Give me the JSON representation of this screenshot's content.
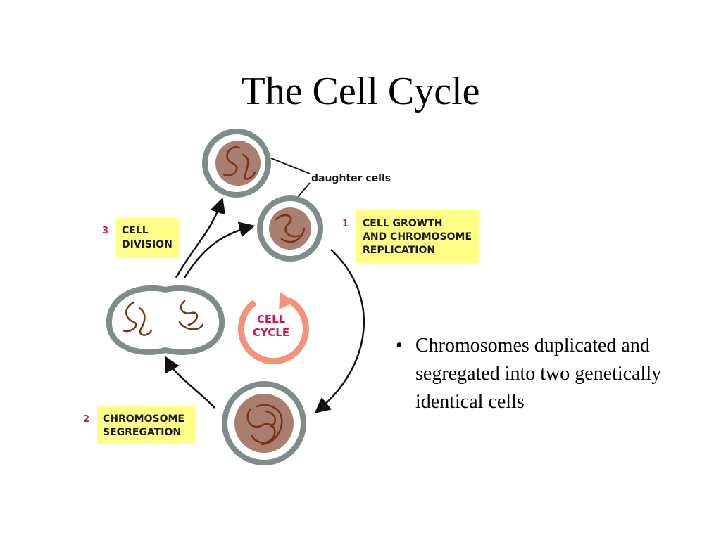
{
  "title": "The Cell Cycle",
  "colors": {
    "label_bg": "#ffff88",
    "step_number": "#d4145a",
    "cell_membrane": "#7f8c89",
    "nucleus": "#a97d70",
    "chromosome": "#7a3316",
    "cycle_arrow": "#f4937a",
    "cycle_text": "#d4145a"
  },
  "diagram": {
    "daughter_label": "daughter cells",
    "center_label": [
      "CELL",
      "CYCLE"
    ],
    "stages": [
      {
        "number": "1",
        "lines": [
          "CELL GROWTH",
          "AND CHROMOSOME",
          "REPLICATION"
        ]
      },
      {
        "number": "2",
        "lines": [
          "CHROMOSOME",
          "SEGREGATION"
        ]
      },
      {
        "number": "3",
        "lines": [
          "CELL",
          "DIVISION"
        ]
      }
    ]
  },
  "bullets": [
    "Chromosomes duplicated and segregated into two genetically identical cells"
  ],
  "icons": [
    "cell-icon",
    "chromosome-icon",
    "cycle-arrow-icon"
  ]
}
